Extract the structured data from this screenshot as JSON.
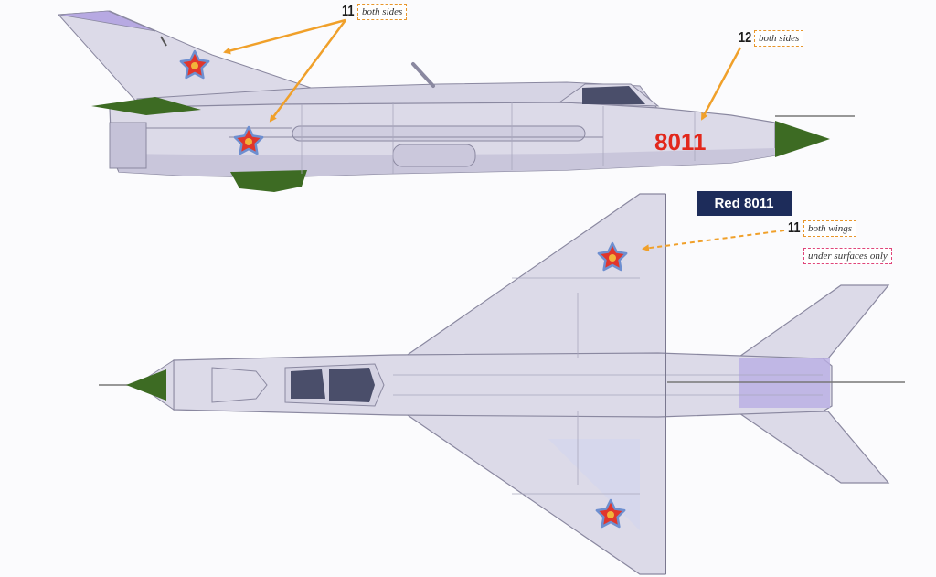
{
  "title_tag": "Red 8011",
  "side_view": {
    "serial": "8011",
    "callout_a": {
      "number": "11",
      "note": "both sides"
    },
    "callout_b": {
      "number": "12",
      "note": "both sides"
    }
  },
  "top_view": {
    "callout": {
      "number": "11",
      "note": "both wings"
    },
    "extra_note": "under surfaces only"
  },
  "colors": {
    "airframe": "#dcdae8",
    "airframe_shade": "#c5c2d8",
    "radome": "#3d6b23",
    "canopy": "#4a4e6a",
    "star_red": "#e1362c",
    "star_border": "#6e8fd0",
    "star_center": "#f2b33a",
    "serial_red": "#e2281c",
    "arrow": "#f0a02a",
    "tag_bg": "#1d2c5a",
    "fin_tip": "#b7a9e2"
  },
  "icons": [
    "star-insignia-icon",
    "arrow-icon"
  ]
}
